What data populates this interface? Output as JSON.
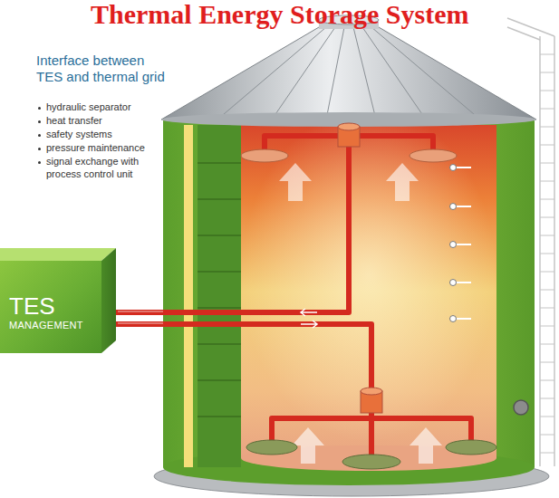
{
  "diagram": {
    "title": "Thermal Energy Storage System",
    "nodes": [
      {
        "text": [
          "TES",
          "MANAGEMENT"
        ]
      }
    ],
    "labels": [
      "Interface between TES and thermal grid",
      "hydraulic separator",
      "heat transfer",
      "safety systems",
      "pressure maintenance",
      "signal exchange with process control unit"
    ]
  }
}
